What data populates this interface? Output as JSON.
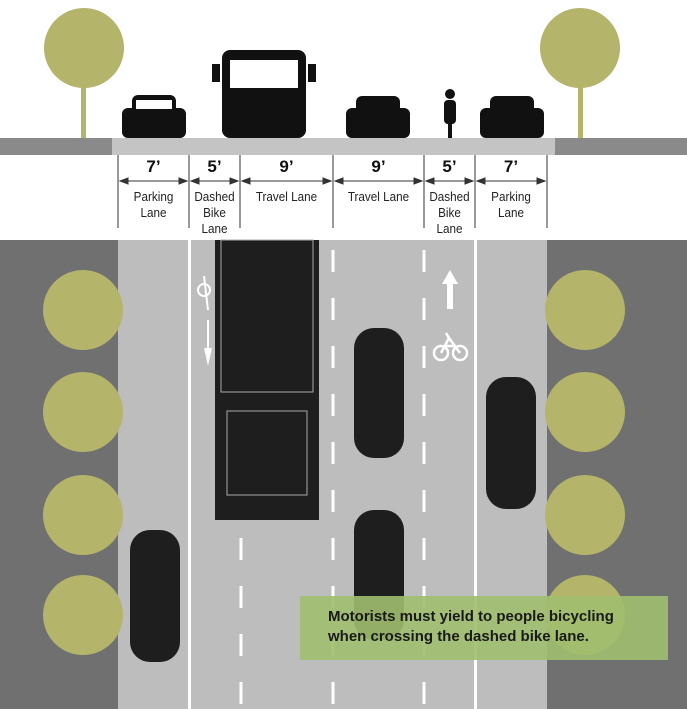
{
  "lanes": [
    {
      "width": "7’",
      "label": "Parking Lane"
    },
    {
      "width": "5’",
      "label": "Dashed Bike Lane"
    },
    {
      "width": "9’",
      "label": "Travel Lane"
    },
    {
      "width": "9’",
      "label": "Travel Lane"
    },
    {
      "width": "5’",
      "label": "Dashed Bike Lane"
    },
    {
      "width": "7’",
      "label": "Parking Lane"
    }
  ],
  "callout": {
    "line1": "Motorists must yield to people bicycling",
    "line2": "when crossing the dashed bike lane."
  },
  "colors": {
    "tree": "#b4b46a",
    "road": "#bdbdbd",
    "sidewalk": "#707070",
    "vehicle": "#1e1e1e",
    "callout": "#a0be6e"
  }
}
